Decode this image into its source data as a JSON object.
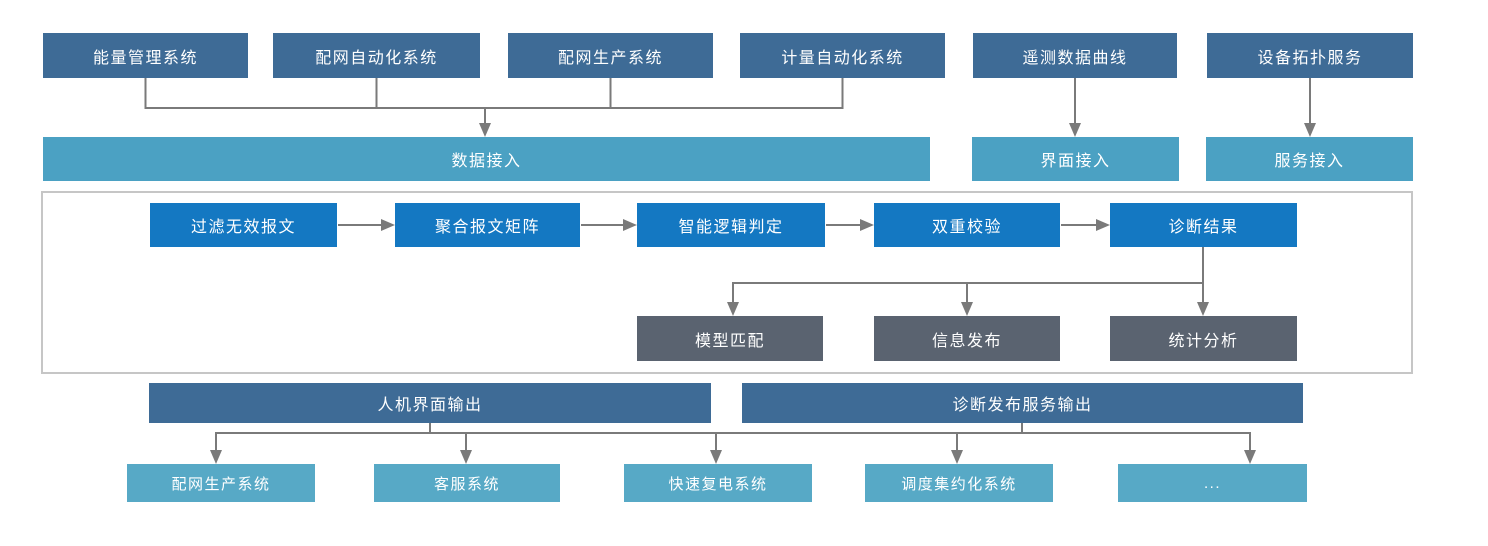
{
  "diagram": {
    "sources": {
      "items": [
        {
          "label": "能量管理系统"
        },
        {
          "label": "配网自动化系统"
        },
        {
          "label": "配网生产系统"
        },
        {
          "label": "计量自动化系统"
        },
        {
          "label": "遥测数据曲线"
        },
        {
          "label": "设备拓扑服务"
        }
      ]
    },
    "access": {
      "items": [
        {
          "label": "数据接入"
        },
        {
          "label": "界面接入"
        },
        {
          "label": "服务接入"
        }
      ]
    },
    "pipeline": {
      "items": [
        {
          "label": "过滤无效报文"
        },
        {
          "label": "聚合报文矩阵"
        },
        {
          "label": "智能逻辑判定"
        },
        {
          "label": "双重校验"
        },
        {
          "label": "诊断结果"
        }
      ]
    },
    "results": {
      "items": [
        {
          "label": "模型匹配"
        },
        {
          "label": "信息发布"
        },
        {
          "label": "统计分析"
        }
      ]
    },
    "outputs": {
      "items": [
        {
          "label": "人机界面输出"
        },
        {
          "label": "诊断发布服务输出"
        }
      ]
    },
    "consumers": {
      "items": [
        {
          "label": "配网生产系统"
        },
        {
          "label": "客服系统"
        },
        {
          "label": "快速复电系统"
        },
        {
          "label": "调度集约化系统"
        },
        {
          "label": "..."
        }
      ]
    },
    "colors": {
      "source_box": "#3E6B96",
      "access_box": "#4BA1C3",
      "pipeline_box": "#1478C2",
      "result_box": "#5A6370",
      "output_box": "#3E6B96",
      "consumer_box": "#57A9C6",
      "connector": "#7A7A7A",
      "container_border": "#C6C6C6"
    }
  }
}
